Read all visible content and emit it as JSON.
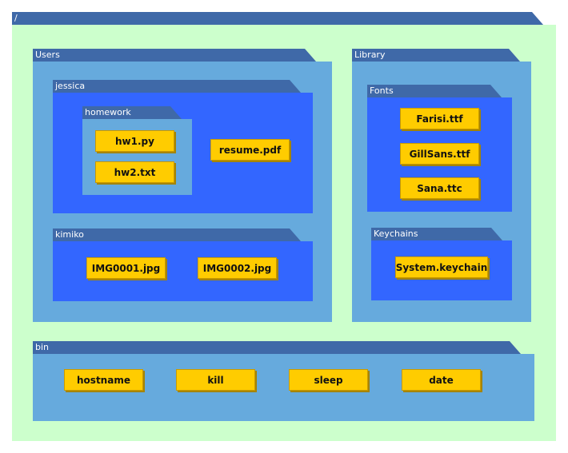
{
  "root": {
    "label": "/"
  },
  "users": {
    "label": "Users",
    "jessica": {
      "label": "jessica",
      "homework": {
        "label": "homework",
        "files": [
          "hw1.py",
          "hw2.txt"
        ]
      },
      "files": [
        "resume.pdf"
      ]
    },
    "kimiko": {
      "label": "kimiko",
      "files": [
        "IMG0001.jpg",
        "IMG0002.jpg"
      ]
    }
  },
  "library": {
    "label": "Library",
    "fonts": {
      "label": "Fonts",
      "files": [
        "Farisi.ttf",
        "GillSans.ttf",
        "Sana.ttc"
      ]
    },
    "keychains": {
      "label": "Keychains",
      "files": [
        "System.keychain"
      ]
    }
  },
  "bin": {
    "label": "bin",
    "files": [
      "hostname",
      "kill",
      "sleep",
      "date"
    ]
  },
  "colors": {
    "tab": "#3f69a8",
    "root_fill": "#ccffcc",
    "folder_fill": "#66aadd",
    "subfolder_fill": "#3366ff",
    "file_fill": "#ffcc00"
  }
}
